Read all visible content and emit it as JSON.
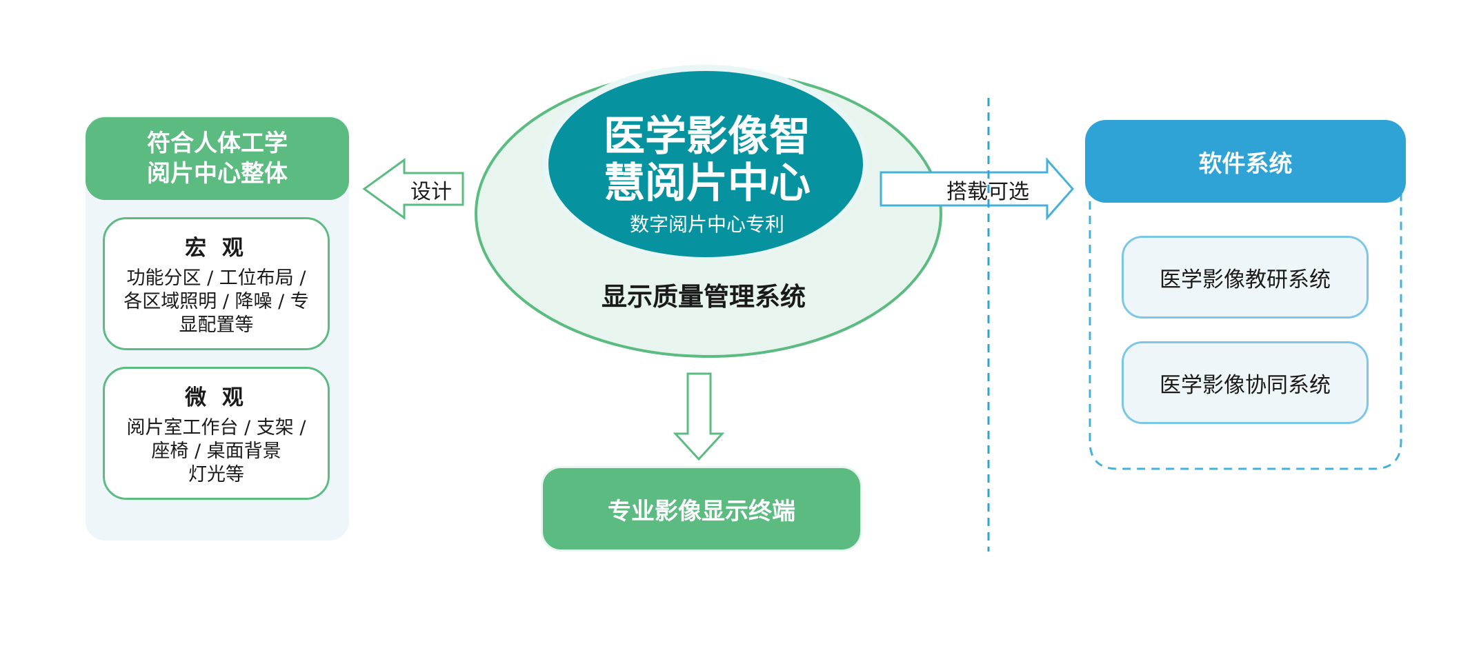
{
  "left": {
    "header_line1": "符合人体工学",
    "header_line2": "阅片中心整体",
    "macro": {
      "title": "宏 观",
      "lines": [
        "功能分区 / 工位布局 /",
        "各区域照明 / 降噪 / 专",
        "显配置等"
      ]
    },
    "micro": {
      "title": "微 观",
      "lines": [
        "阅片室工作台 / 支架 /",
        "座椅 / 桌面背景",
        "灯光等"
      ]
    }
  },
  "center": {
    "title_line1": "医学影像智",
    "title_line2": "慧阅片中心",
    "patent": "数字阅片中心专利",
    "label": "显示质量管理系统",
    "terminal": "专业影像显示终端"
  },
  "arrows": {
    "left_label": "设计",
    "right_label": "搭载可选"
  },
  "right": {
    "header": "软件系统",
    "items": [
      "医学影像教研系统",
      "医学影像协同系统"
    ]
  },
  "colors": {
    "green": "#5bbb81",
    "teal": "#06939f",
    "blue": "#2fa3d6",
    "light_blue_border": "#7cc6e6",
    "panel_bg": "#eef6f9"
  }
}
